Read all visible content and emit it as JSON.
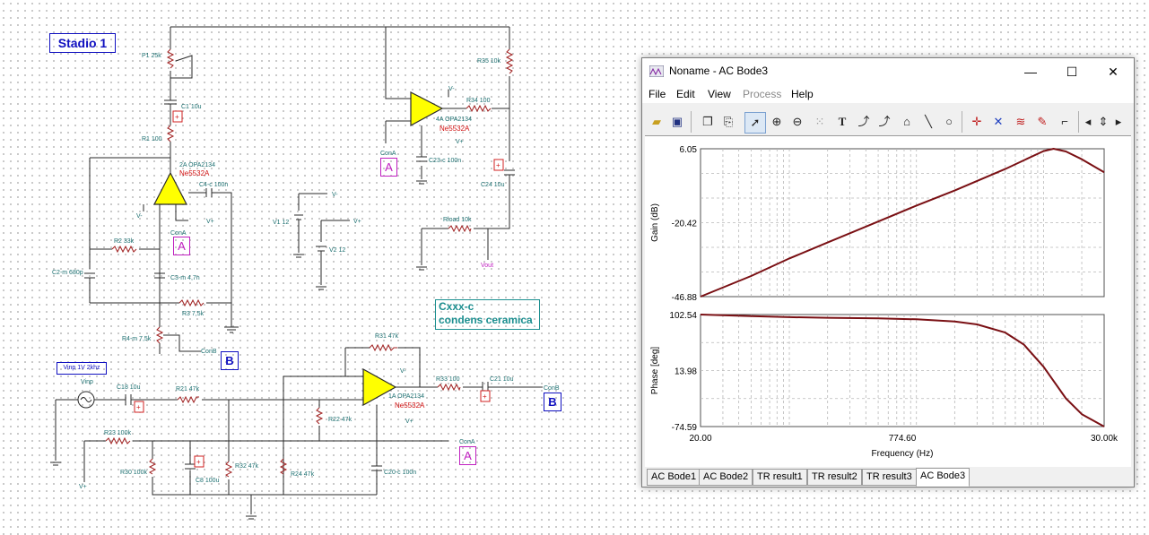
{
  "schematic": {
    "stage_label": "Stadio 1",
    "note_line1": "Cxxx-c",
    "note_line2": "condens ceramica",
    "source_label": "Vinp  1V 2khz",
    "connectors": {
      "a1": "A",
      "a2": "A",
      "a3": "A",
      "b1": "B",
      "b2": "B"
    },
    "components": {
      "p1": "P1 25k",
      "c1": "C1 10u",
      "r1": "R1 100",
      "op2": "2A OPA2134",
      "op2_red": "Ne5532A",
      "c4": "C4-c 100n",
      "r2": "R2 33k",
      "c2": "C2-m 680p",
      "c3": "C3-m 4,7n",
      "r3": "R3 7,5k",
      "r4": "R4-m 7,5k",
      "conb": "ConB",
      "v1": "V1 12",
      "v2": "V2 12",
      "r35": "R35 10k",
      "op4": "4A OPA2134",
      "op4_red": "Ne5532A",
      "r34": "R34 100",
      "c23": "C23-c 100n",
      "c24": "C24 10u",
      "rload": "Rload 10k",
      "vout": "Vout",
      "cona": "ConA",
      "r31": "R31 47k",
      "c18": "C18 10u",
      "r21": "R21 47k",
      "op1": "1A OPA2134",
      "op1_red": "Ne5532A",
      "r33": "R33 100",
      "c21": "C21 10u",
      "r22": "R22 47k",
      "r23": "R23 100k",
      "r30": "R30 100k",
      "c8": "C8 100u",
      "r32": "R32 47k",
      "r24": "R24 47k",
      "c20": "C20-c 100n",
      "vinp": "Vinp",
      "vminus": "V-",
      "vplus": "V+"
    }
  },
  "window": {
    "title": "Noname - AC Bode3",
    "controls": {
      "minimize": "—",
      "maximize": "☐",
      "close": "✕"
    },
    "menu": [
      "File",
      "Edit",
      "View",
      "Process",
      "Help"
    ],
    "toolbar_icons": [
      "open-icon",
      "save-icon",
      "copy-icon",
      "paste-icon",
      "pointer-icon",
      "zoom-in-icon",
      "zoom-out-icon",
      "grid-icon",
      "text-icon",
      "curve-tool-icon",
      "curve-tool-2-icon",
      "shape-tool-icon",
      "line-icon",
      "circle-icon",
      "marker-icon",
      "cursor-icon",
      "wave-icon",
      "pen-icon",
      "flag-icon",
      "nav-left-icon",
      "nav-updown-icon",
      "nav-right-icon"
    ],
    "tabs": [
      "AC Bode1",
      "AC Bode2",
      "TR result1",
      "TR result2",
      "TR result3",
      "AC Bode3"
    ],
    "active_tab": 5
  },
  "chart_data": [
    {
      "type": "line",
      "ylabel": "Gain (dB)",
      "xscale": "log",
      "xlim": [
        20,
        30000
      ],
      "ylim": [
        -46.88,
        6.05
      ],
      "ytick_labels": [
        "6.05",
        "-20.42",
        "-46.88"
      ],
      "grid": true,
      "series": [
        {
          "x": [
            20,
            50,
            100,
            200,
            500,
            1000,
            2000,
            5000,
            10000,
            12000,
            15000,
            20000,
            30000
          ],
          "y": [
            -46.88,
            -39.5,
            -33.2,
            -27.5,
            -20.0,
            -14.3,
            -8.9,
            -1.2,
            5.2,
            6.05,
            5.1,
            2.3,
            -2.4
          ],
          "color": "#7a1014"
        }
      ]
    },
    {
      "type": "line",
      "ylabel": "Phase [deg]",
      "xlabel": "Frequency (Hz)",
      "xscale": "log",
      "xlim": [
        20,
        30000
      ],
      "ylim": [
        -74.59,
        102.54
      ],
      "ytick_labels": [
        "102.54",
        "13.98",
        "-74.59"
      ],
      "xtick_labels": [
        "20.00",
        "774.60",
        "30.00k"
      ],
      "grid": true,
      "series": [
        {
          "x": [
            20,
            50,
            100,
            200,
            500,
            1000,
            2000,
            3000,
            5000,
            7000,
            10000,
            15000,
            20000,
            30000
          ],
          "y": [
            102.54,
            100.0,
            98.5,
            97.5,
            96.5,
            95.0,
            91.5,
            87.0,
            74.0,
            55.0,
            20.0,
            -30.0,
            -55.0,
            -74.59
          ],
          "color": "#7a1014"
        }
      ]
    }
  ]
}
